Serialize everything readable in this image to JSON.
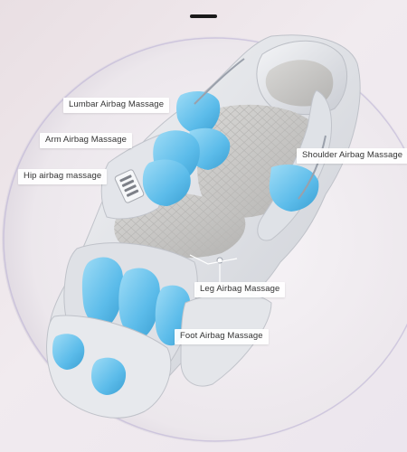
{
  "labels": {
    "lumbar": "Lumbar Airbag Massage",
    "arm": "Arm Airbag Massage",
    "hip": "Hip airbag massage",
    "shoulder": "Shoulder Airbag Massage",
    "leg": "Leg Airbag Massage",
    "foot": "Foot Airbag Massage"
  },
  "colors": {
    "airbag": "#5cbcea",
    "shell": "#e8eaee",
    "seat": "#c9c8c6",
    "background": "#e9dfe3"
  }
}
